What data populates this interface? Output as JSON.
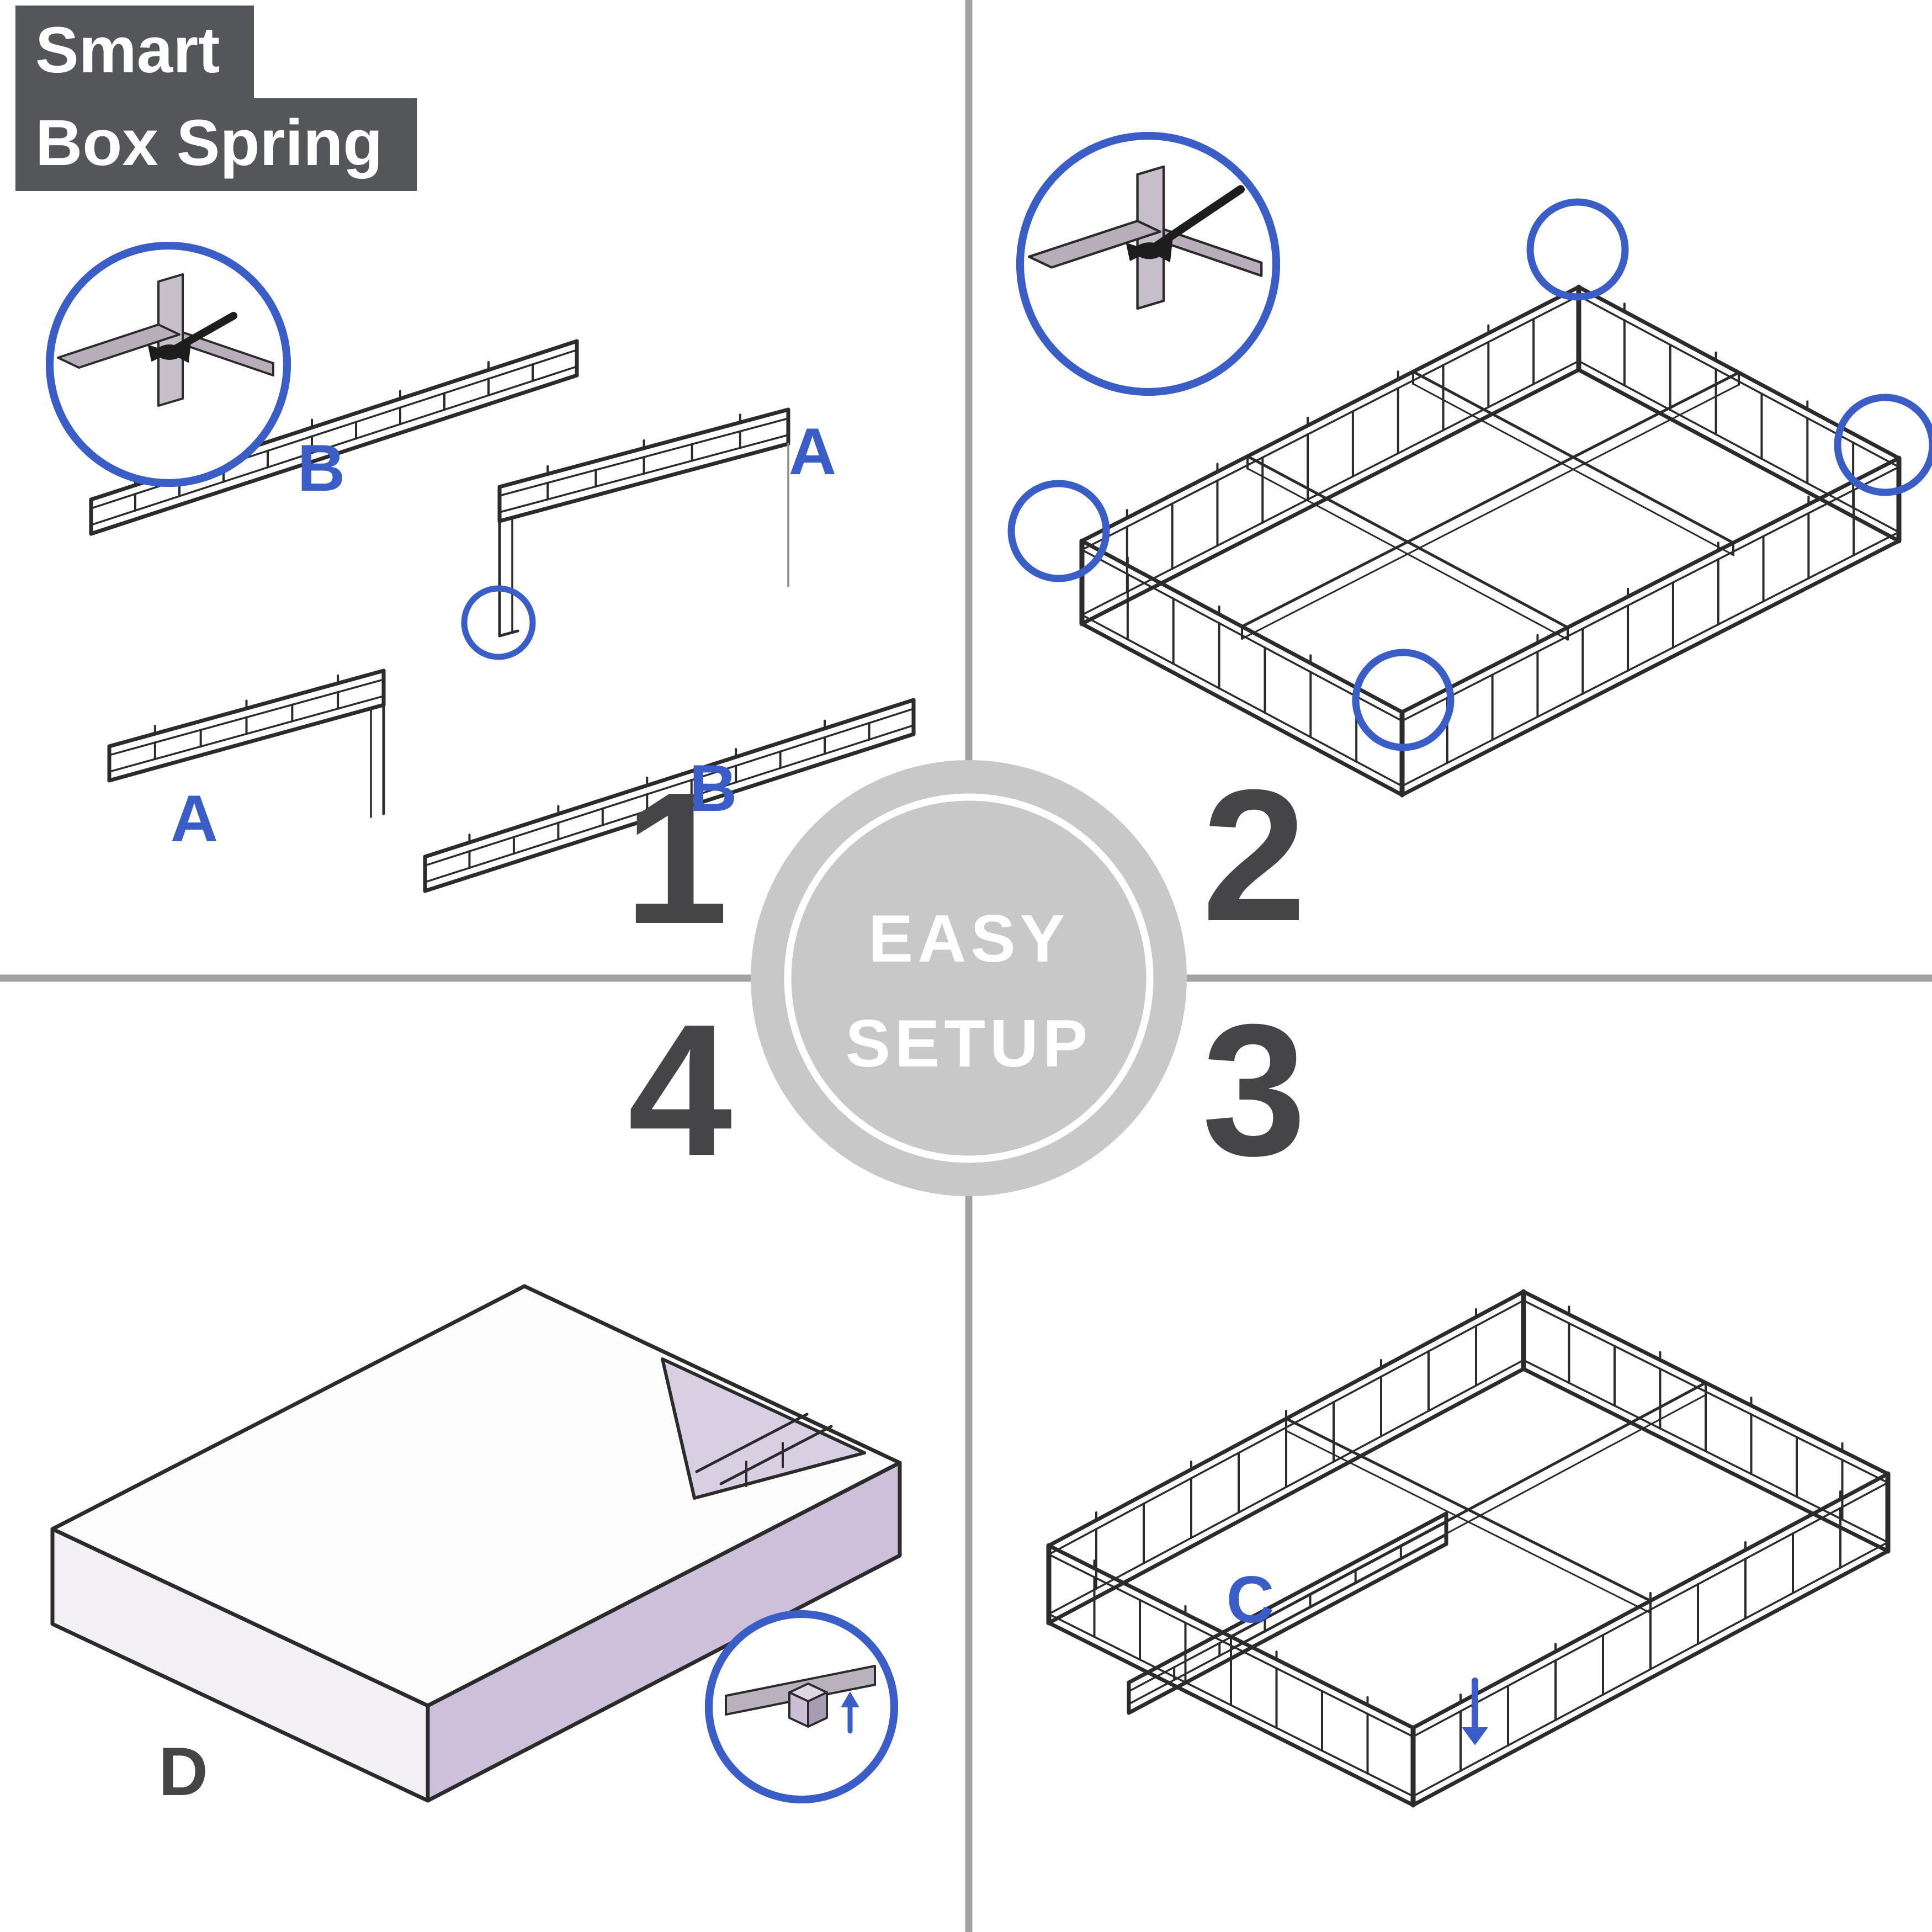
{
  "title": {
    "line1": "Smart",
    "line2": "Box Spring"
  },
  "badge": {
    "line1": "EASY",
    "line2": "SETUP"
  },
  "steps": {
    "step1": {
      "number": "1",
      "label_b_top": "B",
      "label_a_top": "A",
      "label_a_bottom": "A",
      "label_b_bottom": "B"
    },
    "step2": {
      "number": "2"
    },
    "step3": {
      "number": "3",
      "label_c": "C"
    },
    "step4": {
      "number": "4",
      "label_d": "D"
    }
  },
  "colors": {
    "accent_blue": "#3a5ec5",
    "title_bg": "#55565a",
    "number": "#454548",
    "disc": "#c8c8c8",
    "divider": "#a3a3a3",
    "cover_side": "#cdc0da",
    "line": "#2b2b2b"
  }
}
